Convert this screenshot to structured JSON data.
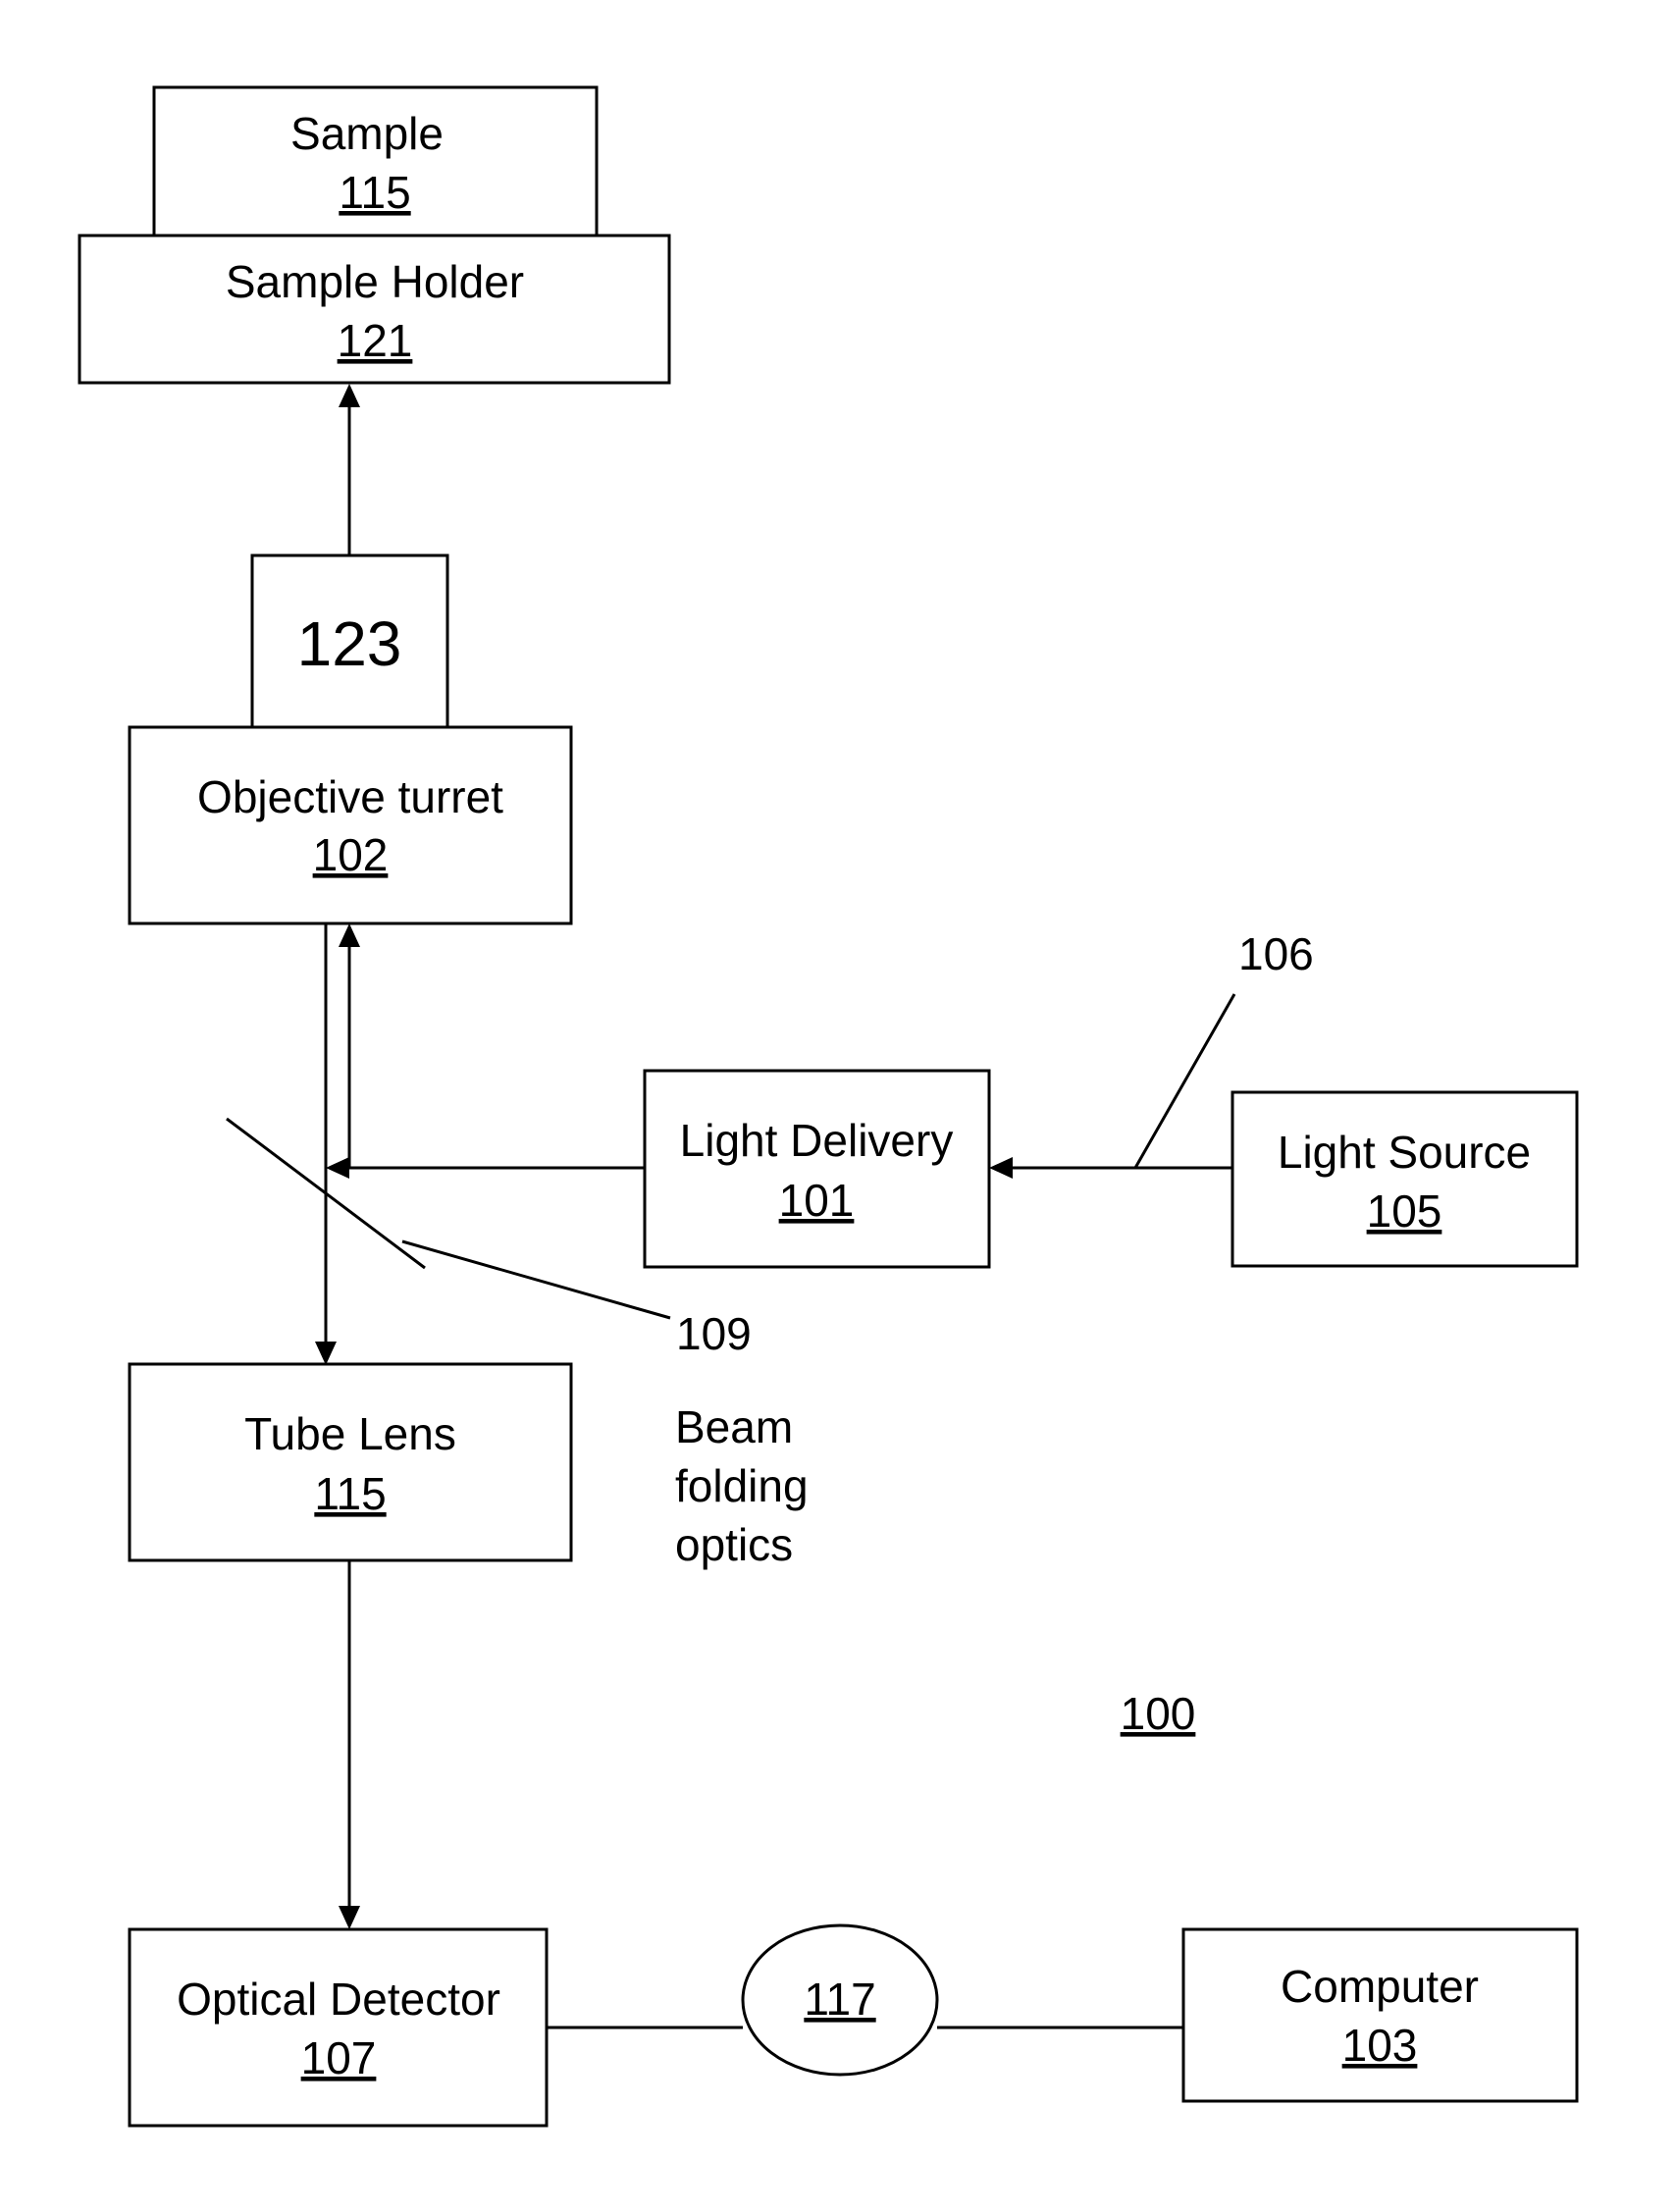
{
  "blocks": {
    "sample": {
      "name": "Sample",
      "ref": "115"
    },
    "sample_holder": {
      "name": "Sample Holder",
      "ref": "121"
    },
    "objective_mount": {
      "ref": "123"
    },
    "objective_turret": {
      "name": "Objective turret",
      "ref": "102"
    },
    "light_delivery": {
      "name": "Light Delivery",
      "ref": "101"
    },
    "light_source": {
      "name": "Light Source",
      "ref": "105"
    },
    "tube_lens": {
      "name": "Tube Lens",
      "ref": "115"
    },
    "optical_detector": {
      "name": "Optical Detector",
      "ref": "107"
    },
    "link": {
      "ref": "117"
    },
    "computer": {
      "name": "Computer",
      "ref": "103"
    }
  },
  "callouts": {
    "fiber_ref": "106",
    "mirror_ref": "109",
    "mirror_desc": [
      "Beam",
      "folding",
      "optics"
    ],
    "system_ref": "100"
  },
  "colors": {
    "ink": "#000000",
    "background": "#ffffff"
  }
}
